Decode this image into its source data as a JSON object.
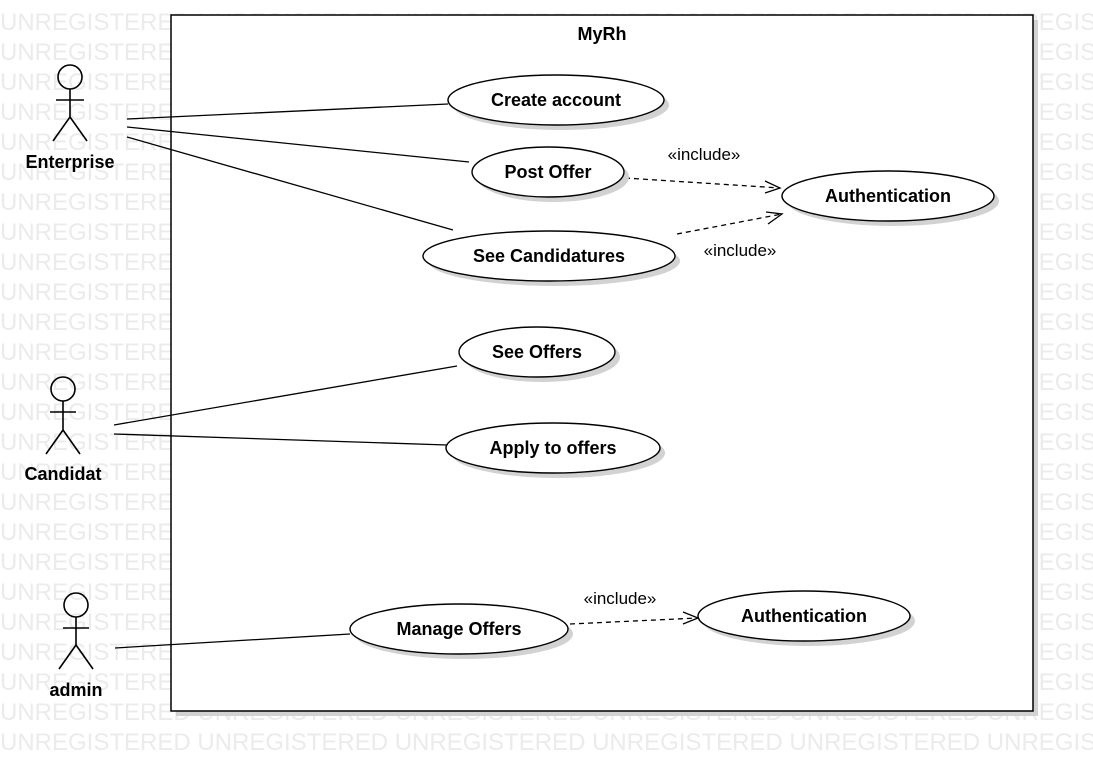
{
  "watermark": "UNREGISTERED",
  "system": {
    "name": "MyRh"
  },
  "actors": [
    {
      "id": "enterprise",
      "label": "Enterprise"
    },
    {
      "id": "candidat",
      "label": "Candidat"
    },
    {
      "id": "admin",
      "label": "admin"
    }
  ],
  "use_cases": [
    {
      "id": "create-account",
      "label": "Create account"
    },
    {
      "id": "post-offer",
      "label": "Post Offer"
    },
    {
      "id": "authentication-1",
      "label": "Authentication"
    },
    {
      "id": "see-candidatures",
      "label": "See Candidatures"
    },
    {
      "id": "see-offers",
      "label": "See Offers"
    },
    {
      "id": "apply-to-offers",
      "label": "Apply to offers"
    },
    {
      "id": "manage-offers",
      "label": "Manage  Offers"
    },
    {
      "id": "authentication-2",
      "label": "Authentication"
    }
  ],
  "associations": [
    {
      "from": "enterprise",
      "to": "create-account"
    },
    {
      "from": "enterprise",
      "to": "post-offer"
    },
    {
      "from": "enterprise",
      "to": "see-candidatures"
    },
    {
      "from": "candidat",
      "to": "see-offers"
    },
    {
      "from": "candidat",
      "to": "apply-to-offers"
    },
    {
      "from": "admin",
      "to": "manage-offers"
    }
  ],
  "includes": [
    {
      "from": "post-offer",
      "to": "authentication-1",
      "label": "«include»"
    },
    {
      "from": "see-candidatures",
      "to": "authentication-1",
      "label": "«include»"
    },
    {
      "from": "manage-offers",
      "to": "authentication-2",
      "label": "«include»"
    }
  ]
}
